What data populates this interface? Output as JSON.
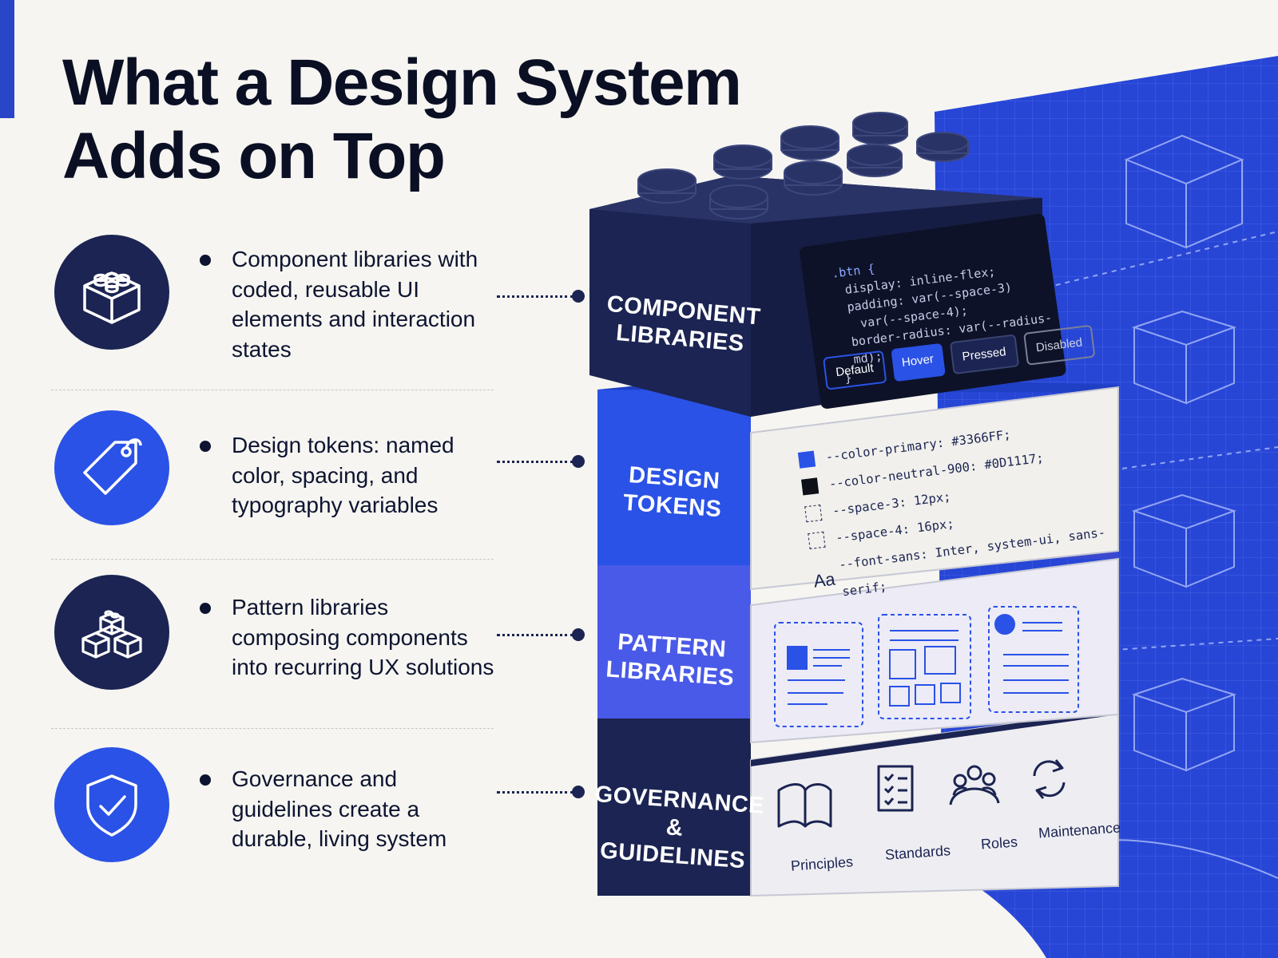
{
  "title": {
    "line1": "What a Design System",
    "line2": "Adds on Top"
  },
  "items": [
    {
      "icon": "lego-brick-icon",
      "text": "Component libraries with coded, reusable UI elements and interaction states"
    },
    {
      "icon": "tag-icon",
      "text": "Design tokens: named color, spacing, and typography variables"
    },
    {
      "icon": "stacked-bricks-icon",
      "text": "Pattern libraries composing components into recurring UX solutions"
    },
    {
      "icon": "shield-check-icon",
      "text": "Governance and guidelines create a durable, living system"
    }
  ],
  "layers": {
    "component": {
      "label_line1": "COMPONENT",
      "label_line2": "LIBRARIES",
      "code": [
        ".btn {",
        "display: inline-flex;",
        "padding: var(--space-3)",
        "var(--space-4);",
        "border-radius: var(--radius-md);",
        "}"
      ],
      "states": [
        "Default",
        "Hover",
        "Pressed",
        "Disabled"
      ]
    },
    "tokens": {
      "label_line1": "DESIGN",
      "label_line2": "TOKENS",
      "rows": [
        {
          "name": "--color-primary:",
          "value": "#3366FF;"
        },
        {
          "name": "--color-neutral-900:",
          "value": "#0D1117;"
        },
        {
          "name": "--space-3:",
          "value": "12px;"
        },
        {
          "name": "--space-4:",
          "value": "16px;"
        },
        {
          "name": "--font-sans:",
          "value": "Inter, system-ui, sans-serif;"
        }
      ],
      "font_sample": "Aa"
    },
    "patterns": {
      "label_line1": "PATTERN",
      "label_line2": "LIBRARIES"
    },
    "governance": {
      "label_line1": "GOVERNANCE",
      "label_line2": "& GUIDELINES",
      "items": [
        "Principles",
        "Standards",
        "Roles",
        "Maintenance"
      ]
    }
  },
  "colors": {
    "navy": "#1b2452",
    "blue": "#2a52e6",
    "periwinkle": "#4a5ae8",
    "blueprint": "#2746d6"
  }
}
